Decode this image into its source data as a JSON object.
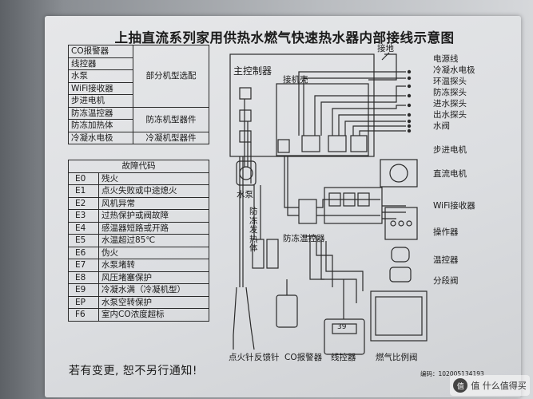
{
  "title": "上抽直流系列家用供热水燃气快速热水器内部接线示意图",
  "model_table": {
    "rows": [
      "CO报警器",
      "线控器",
      "水泵",
      "WiFi接收器",
      "步进电机",
      "防冻温控器",
      "防冻加热体",
      "冷凝水电极"
    ],
    "group1": "部分机型选配",
    "group2": "防冻机型器件",
    "group3": "冷凝机型器件"
  },
  "fault_table": {
    "header": "故障代码",
    "rows": [
      {
        "code": "E0",
        "desc": "残火"
      },
      {
        "code": "E1",
        "desc": "点火失败或中途熄火"
      },
      {
        "code": "E2",
        "desc": "风机异常"
      },
      {
        "code": "E3",
        "desc": "过热保护或阀故障"
      },
      {
        "code": "E4",
        "desc": "感温器短路或开路"
      },
      {
        "code": "E5",
        "desc": "水温超过85℃"
      },
      {
        "code": "E6",
        "desc": "伪火"
      },
      {
        "code": "E7",
        "desc": "水泵堵转"
      },
      {
        "code": "E8",
        "desc": "风压堵塞保护"
      },
      {
        "code": "E9",
        "desc": "冷凝水满（冷凝机型）"
      },
      {
        "code": "EP",
        "desc": "水泵空转保护"
      },
      {
        "code": "F6",
        "desc": "室内CO浓度超标"
      }
    ]
  },
  "diagram": {
    "main_controller": "主控制器",
    "connector_shell": "接机壳",
    "ground": "接地",
    "pump": "水泵",
    "antifreeze_heater": "防冻发热体",
    "antifreeze_thermostat": "防冻温控器",
    "right_labels": [
      "电源线",
      "冷凝水电极",
      "环温探头",
      "防冻探头",
      "进水探头",
      "出水探头",
      "水阀",
      "步进电机",
      "直流电机",
      "WiFi接收器",
      "操作器",
      "温控器",
      "分段阀"
    ],
    "bottom_labels": [
      "点火针",
      "反馈针",
      "CO报警器",
      "线控器",
      "燃气比例阀"
    ],
    "display_reading": "39"
  },
  "notice": "若有变更, 恕不另行通知!",
  "serial": "编码：102005134193",
  "watermark": "值 什么值得买"
}
